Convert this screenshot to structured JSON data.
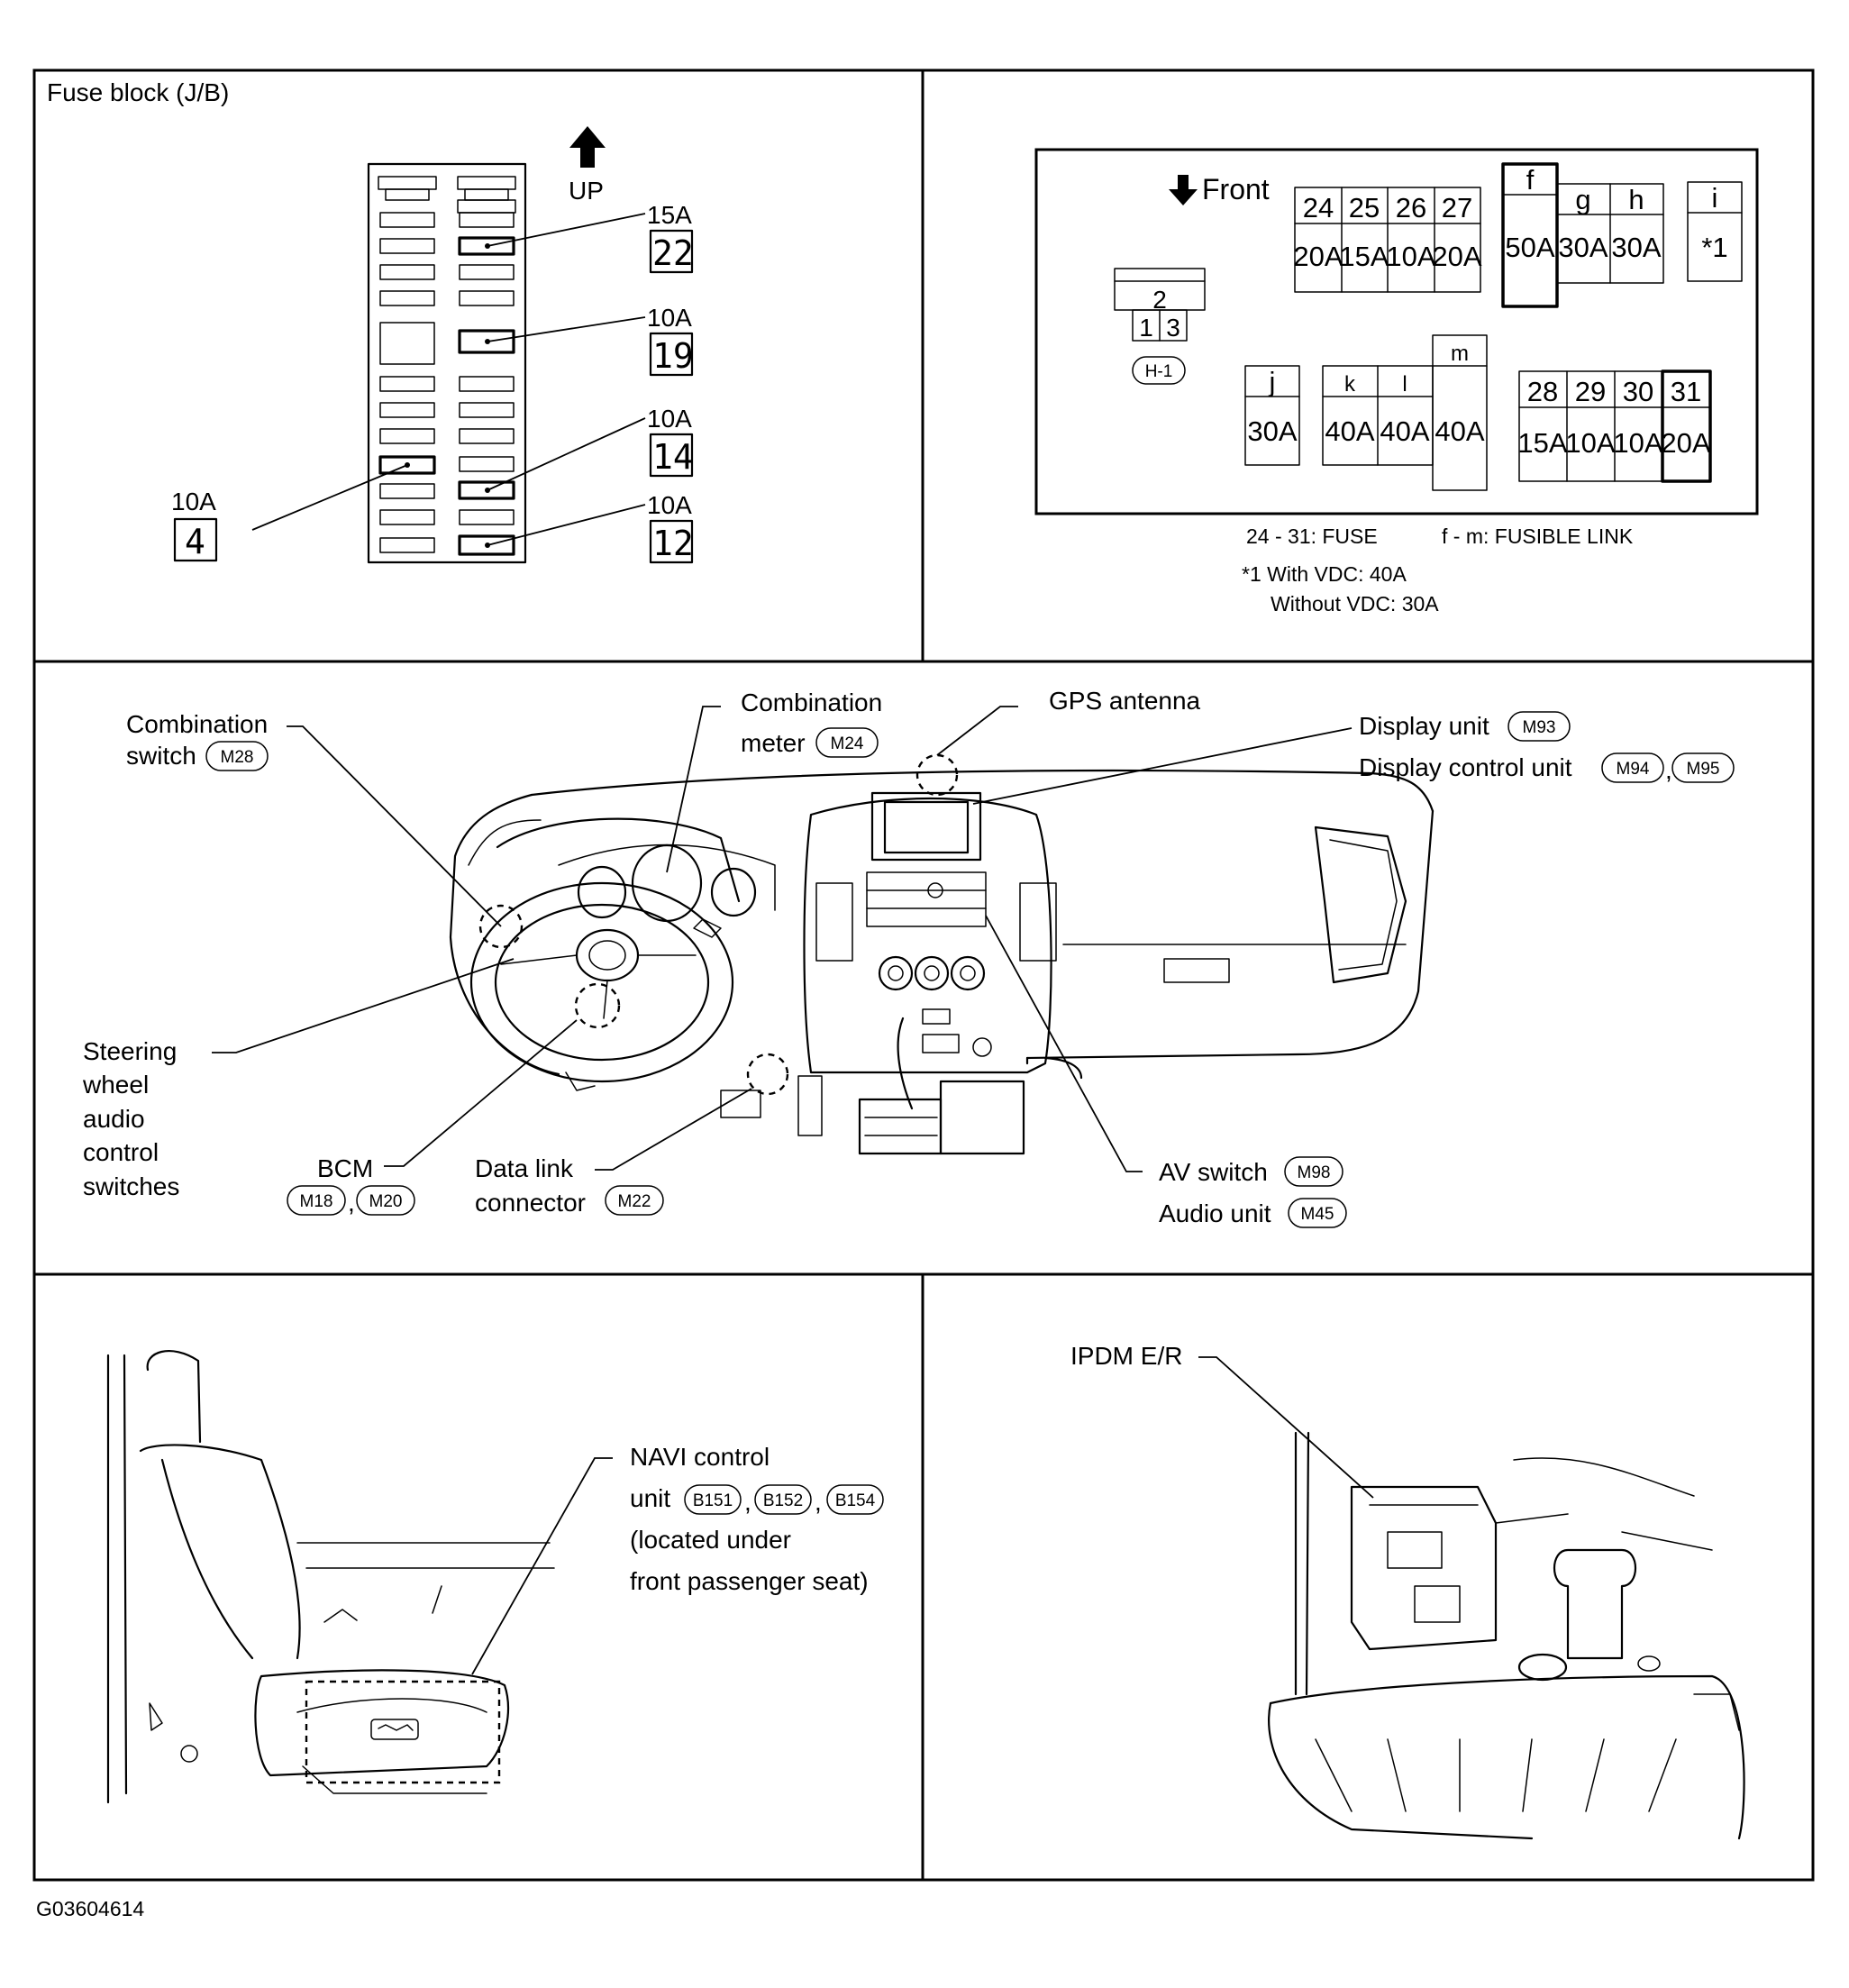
{
  "figure_id": "G03604614",
  "panels": {
    "fuse_block": {
      "title": "Fuse block (J/B)",
      "up_label": "UP",
      "callouts": [
        {
          "amp": "15A",
          "number": "22"
        },
        {
          "amp": "10A",
          "number": "19"
        },
        {
          "amp": "10A",
          "number": "14"
        },
        {
          "amp": "10A",
          "number": "12"
        },
        {
          "amp": "10A",
          "number": "4"
        }
      ]
    },
    "fuse_fusible_link_box": {
      "front_label": "Front",
      "fuses_top": [
        {
          "num": "24",
          "amp": "20A"
        },
        {
          "num": "25",
          "amp": "15A"
        },
        {
          "num": "26",
          "amp": "10A"
        },
        {
          "num": "27",
          "amp": "20A"
        }
      ],
      "links_top": [
        {
          "id": "f",
          "amp": "50A"
        },
        {
          "id": "g",
          "amp": "30A"
        },
        {
          "id": "h",
          "amp": "30A"
        },
        {
          "id": "i",
          "amp": "*1"
        }
      ],
      "connector": {
        "pins": [
          "2",
          "1",
          "3"
        ],
        "code": "H-1"
      },
      "links_bottom": [
        {
          "id": "j",
          "amp": "30A"
        },
        {
          "id": "k",
          "amp": "40A"
        },
        {
          "id": "l",
          "amp": "40A"
        },
        {
          "id": "m",
          "amp": "40A"
        }
      ],
      "fuses_bottom": [
        {
          "num": "28",
          "amp": "15A"
        },
        {
          "num": "29",
          "amp": "10A"
        },
        {
          "num": "30",
          "amp": "10A"
        },
        {
          "num": "31",
          "amp": "20A"
        }
      ],
      "legend_fuse": "24 - 31: FUSE",
      "legend_link": "f - m: FUSIBLE LINK",
      "note_line1": "*1 With VDC: 40A",
      "note_line2": "Without VDC: 30A"
    },
    "instrument_panel": {
      "combination_switch": {
        "line1": "Combination",
        "line2": "switch",
        "connector": "M28"
      },
      "combination_meter": {
        "line1": "Combination",
        "line2": "meter",
        "connector": "M24"
      },
      "gps_antenna": "GPS antenna",
      "display_unit": {
        "label": "Display unit",
        "connector": "M93"
      },
      "display_control_unit": {
        "label": "Display control unit",
        "connectors": [
          "M94",
          "M95"
        ]
      },
      "steering_switches": [
        "Steering",
        "wheel",
        "audio",
        "control",
        "switches"
      ],
      "bcm": {
        "label": "BCM",
        "connectors": [
          "M18",
          "M20"
        ]
      },
      "data_link": {
        "line1": "Data link",
        "line2": "connector",
        "connector": "M22"
      },
      "av_switch": {
        "label": "AV switch",
        "connector": "M98"
      },
      "audio_unit": {
        "label": "Audio unit",
        "connector": "M45"
      }
    },
    "navi": {
      "line1": "NAVI control",
      "line2_prefix": "unit",
      "connectors": [
        "B151",
        "B152",
        "B154"
      ],
      "line3": "(located under",
      "line4": "front passenger seat)"
    },
    "ipdm": {
      "label": "IPDM E/R"
    }
  }
}
